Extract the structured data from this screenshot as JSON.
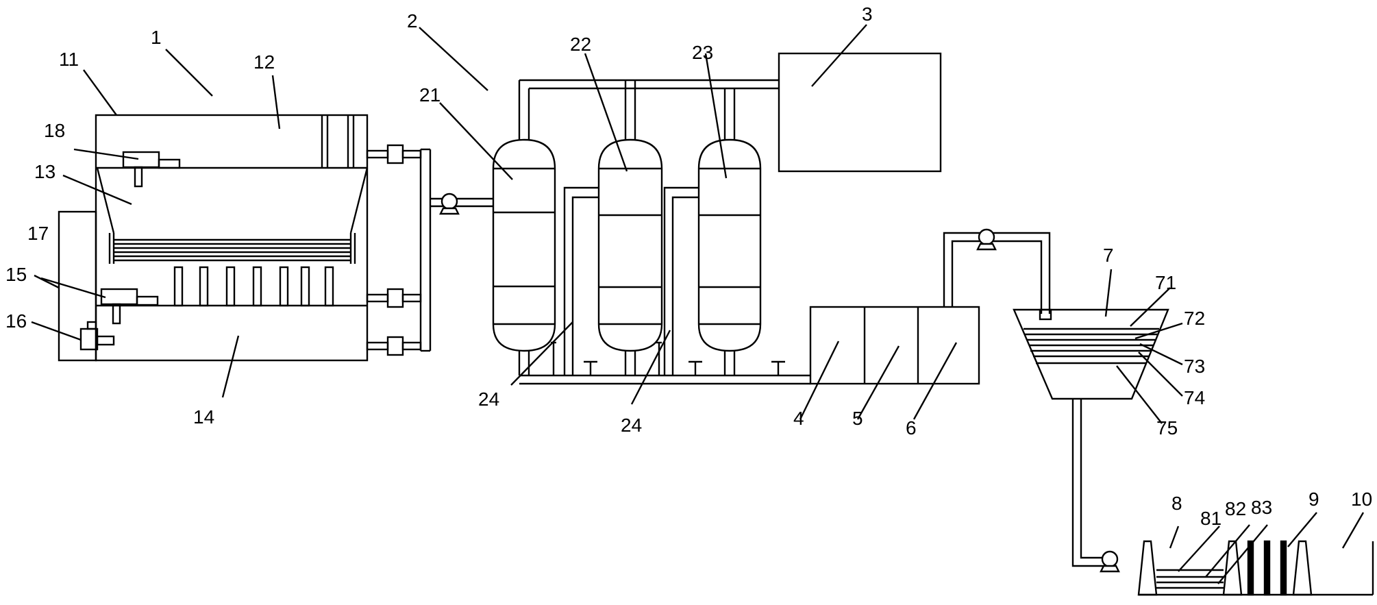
{
  "labels": {
    "l1": "1",
    "l11": "11",
    "l12": "12",
    "l13": "13",
    "l14": "14",
    "l15": "15",
    "l16": "16",
    "l17": "17",
    "l18": "18",
    "l2": "2",
    "l21": "21",
    "l22": "22",
    "l23": "23",
    "l24a": "24",
    "l24b": "24",
    "l3": "3",
    "l4": "4",
    "l5": "5",
    "l6": "6",
    "l7": "7",
    "l71": "71",
    "l72": "72",
    "l73": "73",
    "l74": "74",
    "l75": "75",
    "l8": "8",
    "l81": "81",
    "l82": "82",
    "l83": "83",
    "l9": "9",
    "l10": "10"
  }
}
